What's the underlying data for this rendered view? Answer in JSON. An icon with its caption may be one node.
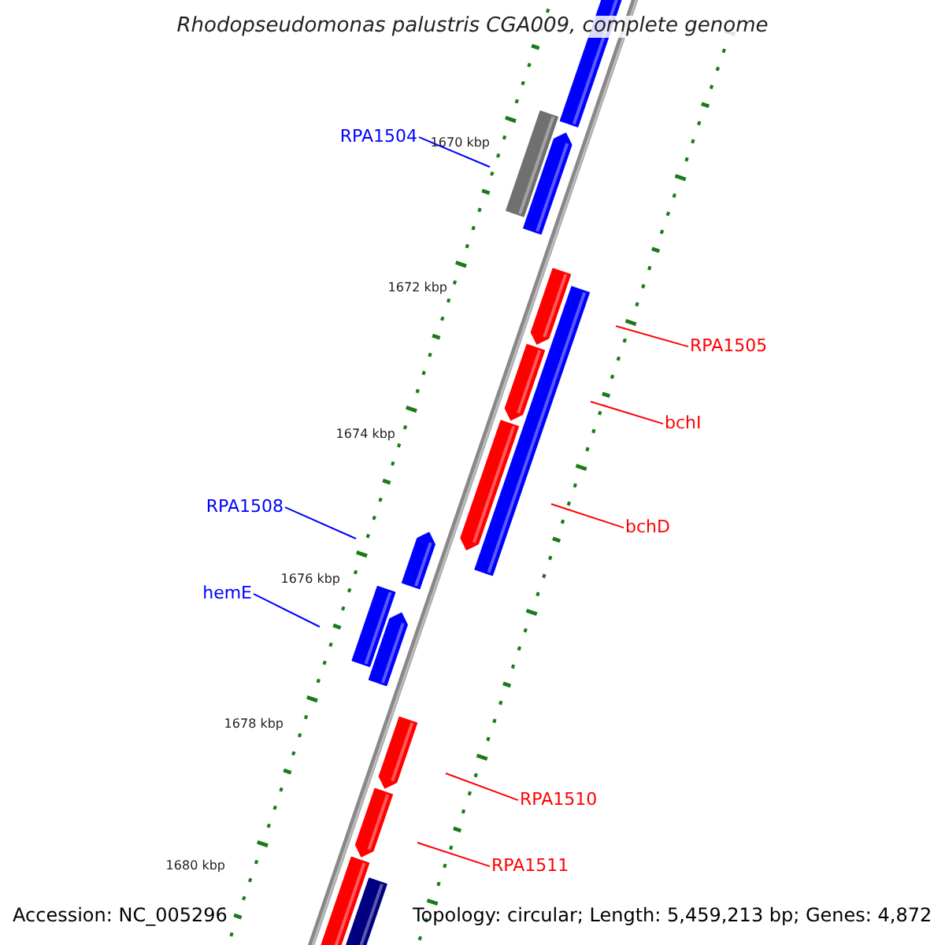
{
  "diagram": {
    "title": "Rhodopseudomonas palustris CGA009, complete genome",
    "nodes": [
      {
        "text": [
          "RPA1504"
        ]
      },
      {
        "text": [
          "RPA1505"
        ]
      },
      {
        "text": [
          "bchI"
        ]
      },
      {
        "text": [
          "RPA1508"
        ]
      },
      {
        "text": [
          "bchD"
        ]
      },
      {
        "text": [
          "hemE"
        ]
      },
      {
        "text": [
          "RPA1510"
        ]
      },
      {
        "text": [
          "RPA1511"
        ]
      }
    ],
    "edges": [
      {
        "from": 0,
        "to": null,
        "arrow": "none",
        "color": "#0000ff"
      },
      {
        "from": 1,
        "to": null,
        "arrow": "none",
        "color": "#ff0000"
      },
      {
        "from": 2,
        "to": null,
        "arrow": "none",
        "color": "#ff0000"
      },
      {
        "from": 3,
        "to": null,
        "arrow": "none",
        "color": "#0000ff"
      },
      {
        "from": 4,
        "to": null,
        "arrow": "none",
        "color": "#ff0000"
      },
      {
        "from": 5,
        "to": null,
        "arrow": "none",
        "color": "#0000ff"
      },
      {
        "from": 6,
        "to": null,
        "arrow": "none",
        "color": "#ff0000"
      },
      {
        "from": 7,
        "to": null,
        "arrow": "none",
        "color": "#ff0000"
      }
    ],
    "labels": [
      "1670 kbp",
      "1672 kbp",
      "1674 kbp",
      "1676 kbp",
      "1678 kbp",
      "1680 kbp",
      "Accession: NC_005296",
      "Topology: circular; Length: 5,459,213 bp; Genes: 4,872"
    ]
  }
}
